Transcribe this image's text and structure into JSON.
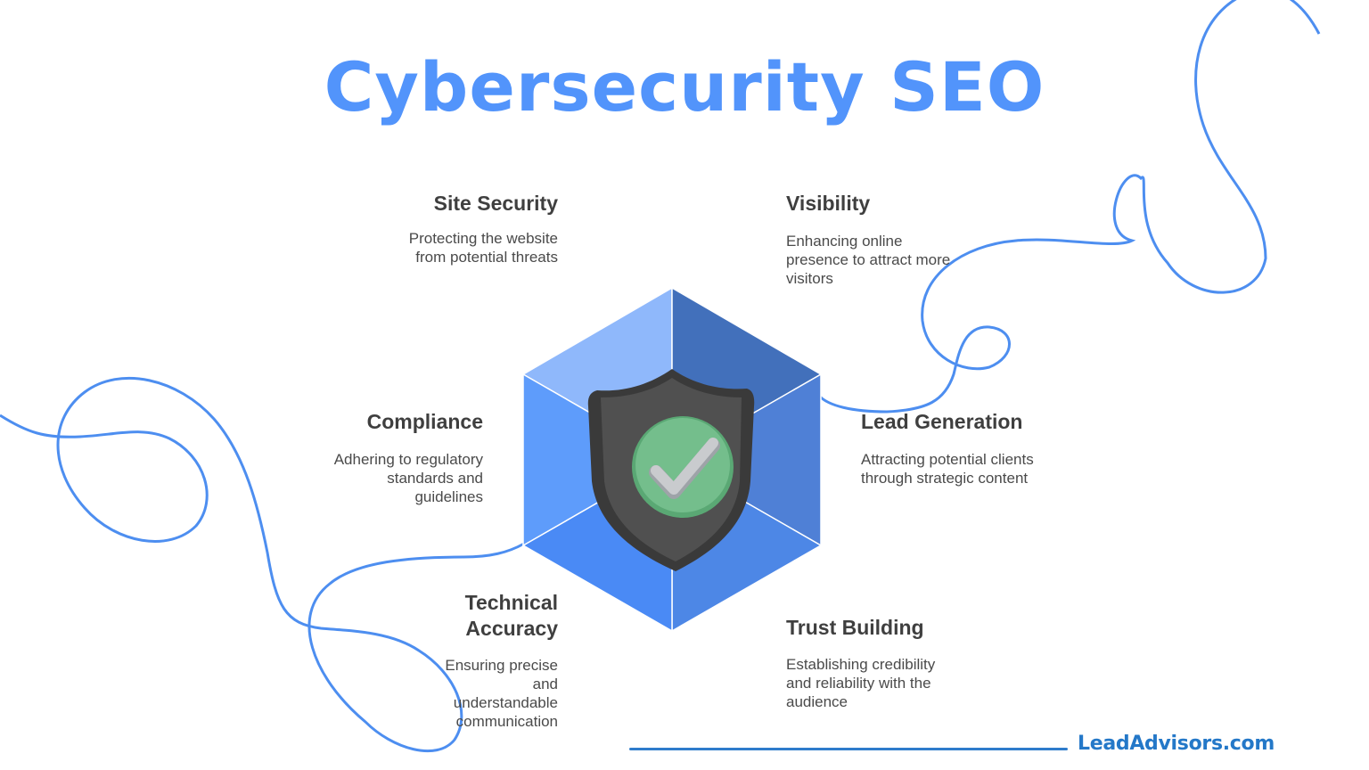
{
  "title": "Cybersecurity SEO",
  "colors": {
    "title": "#5294fb",
    "curve": "#4d8ef0",
    "hex_top_left": "#8fb8fb",
    "hex_top_right": "#4270bb",
    "hex_right": "#4f80d6",
    "hex_bottom_right": "#4d87e6",
    "hex_bottom_left": "#4a8af5",
    "hex_left": "#5e9cfb",
    "shield": "#4a4a4a",
    "check_circle": "#72bd8a",
    "brand": "#2478c8"
  },
  "center_icon": "shield-check-icon",
  "items": [
    {
      "key": "site-security",
      "title": "Site Security",
      "description": "Protecting the website from potential threats"
    },
    {
      "key": "visibility",
      "title": "Visibility",
      "description": "Enhancing online presence to attract more visitors"
    },
    {
      "key": "compliance",
      "title": "Compliance",
      "description": "Adhering to regulatory standards and guidelines"
    },
    {
      "key": "lead-generation",
      "title": "Lead Generation",
      "description": "Attracting potential clients through strategic content"
    },
    {
      "key": "technical-accuracy",
      "title": "Technical Accuracy",
      "description": "Ensuring precise and understandable communication"
    },
    {
      "key": "trust-building",
      "title": "Trust Building",
      "description": "Establishing credibility and reliability with the audience"
    }
  ],
  "footer": {
    "brand": "LeadAdvisors.com"
  }
}
